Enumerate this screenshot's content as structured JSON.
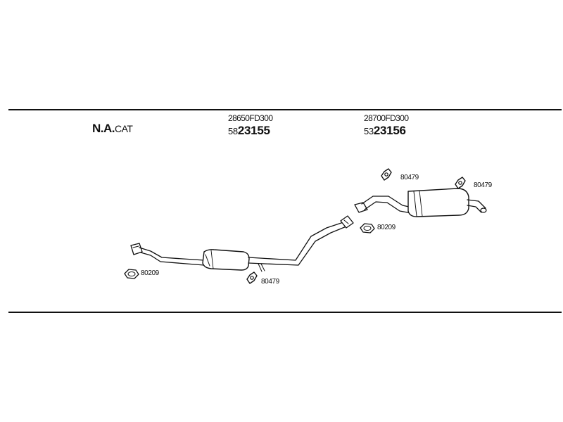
{
  "variant": {
    "main": "N.A.",
    "suffix": "CAT"
  },
  "parts": [
    {
      "oem": "28650FD300",
      "prefix": "58",
      "number": "23155"
    },
    {
      "oem": "28700FD300",
      "prefix": "53",
      "number": "23156"
    }
  ],
  "accessories": [
    {
      "code": "80479",
      "icon": "rubber-hanger-icon"
    },
    {
      "code": "80479",
      "icon": "rubber-hanger-icon"
    },
    {
      "code": "80209",
      "icon": "gasket-icon"
    },
    {
      "code": "80209",
      "icon": "gasket-icon"
    },
    {
      "code": "80479",
      "icon": "rubber-hanger-icon"
    }
  ],
  "colors": {
    "ink": "#111111",
    "background": "#ffffff"
  }
}
